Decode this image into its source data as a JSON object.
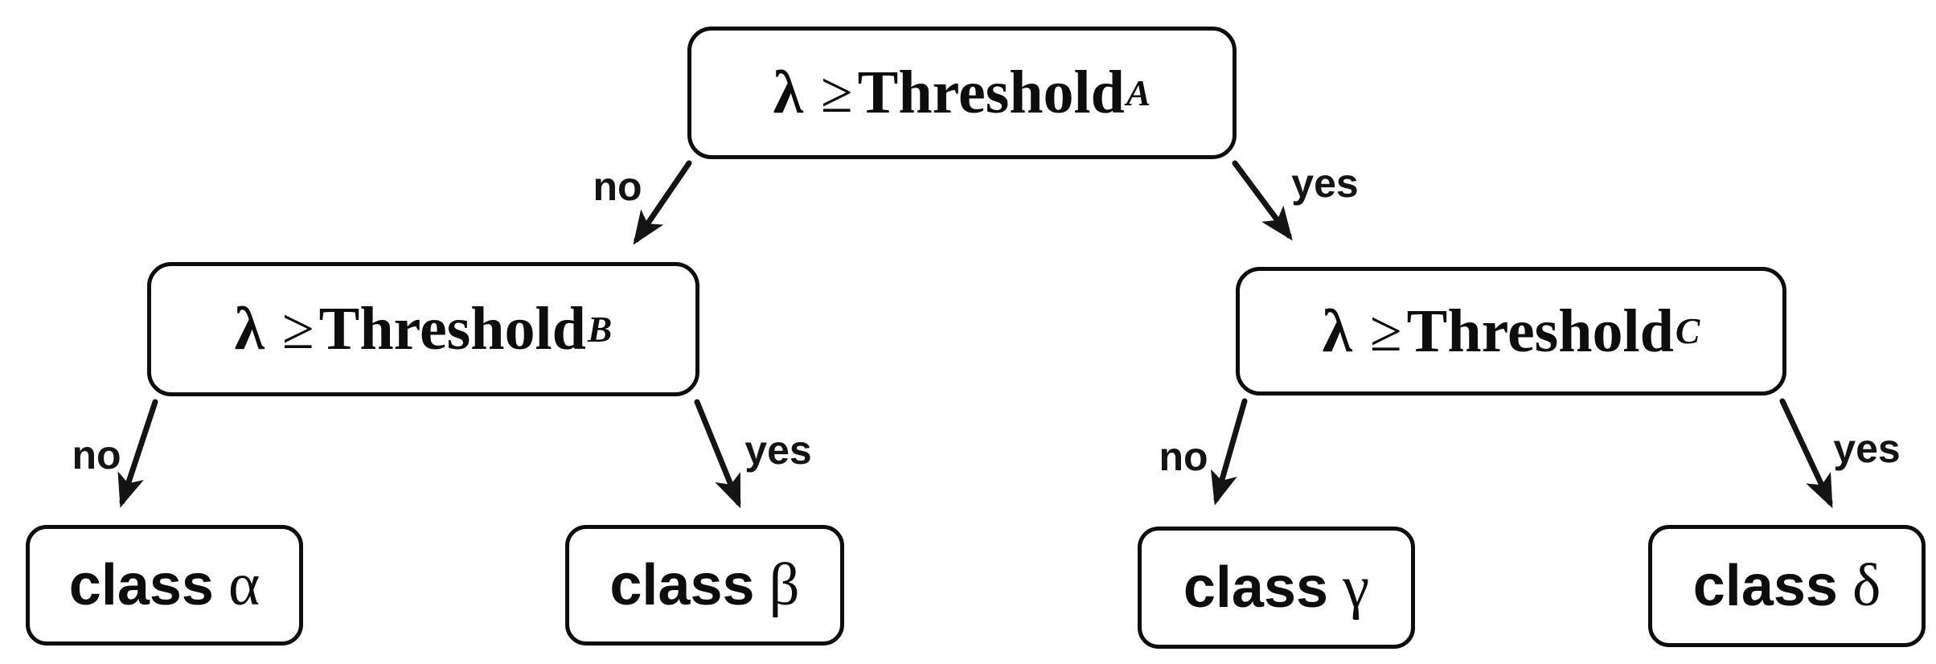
{
  "colors": {
    "ink": "#0d0d0d",
    "background": "#ffffff"
  },
  "tree": {
    "decision_nodes": [
      {
        "lambda": "λ",
        "operator": "≥",
        "threshold": "Threshold",
        "subscript": "A"
      },
      {
        "lambda": "λ",
        "operator": "≥",
        "threshold": "Threshold",
        "subscript": "B"
      },
      {
        "lambda": "λ",
        "operator": "≥",
        "threshold": "Threshold",
        "subscript": "C"
      }
    ],
    "leaf_nodes": [
      {
        "label": "class",
        "symbol": "α"
      },
      {
        "label": "class",
        "symbol": "β"
      },
      {
        "label": "class",
        "symbol": "γ"
      },
      {
        "label": "class",
        "symbol": "δ"
      }
    ],
    "edge_labels": {
      "a_no": "no",
      "a_yes": "yes",
      "b_no": "no",
      "b_yes": "yes",
      "c_no": "no",
      "c_yes": "yes"
    }
  }
}
